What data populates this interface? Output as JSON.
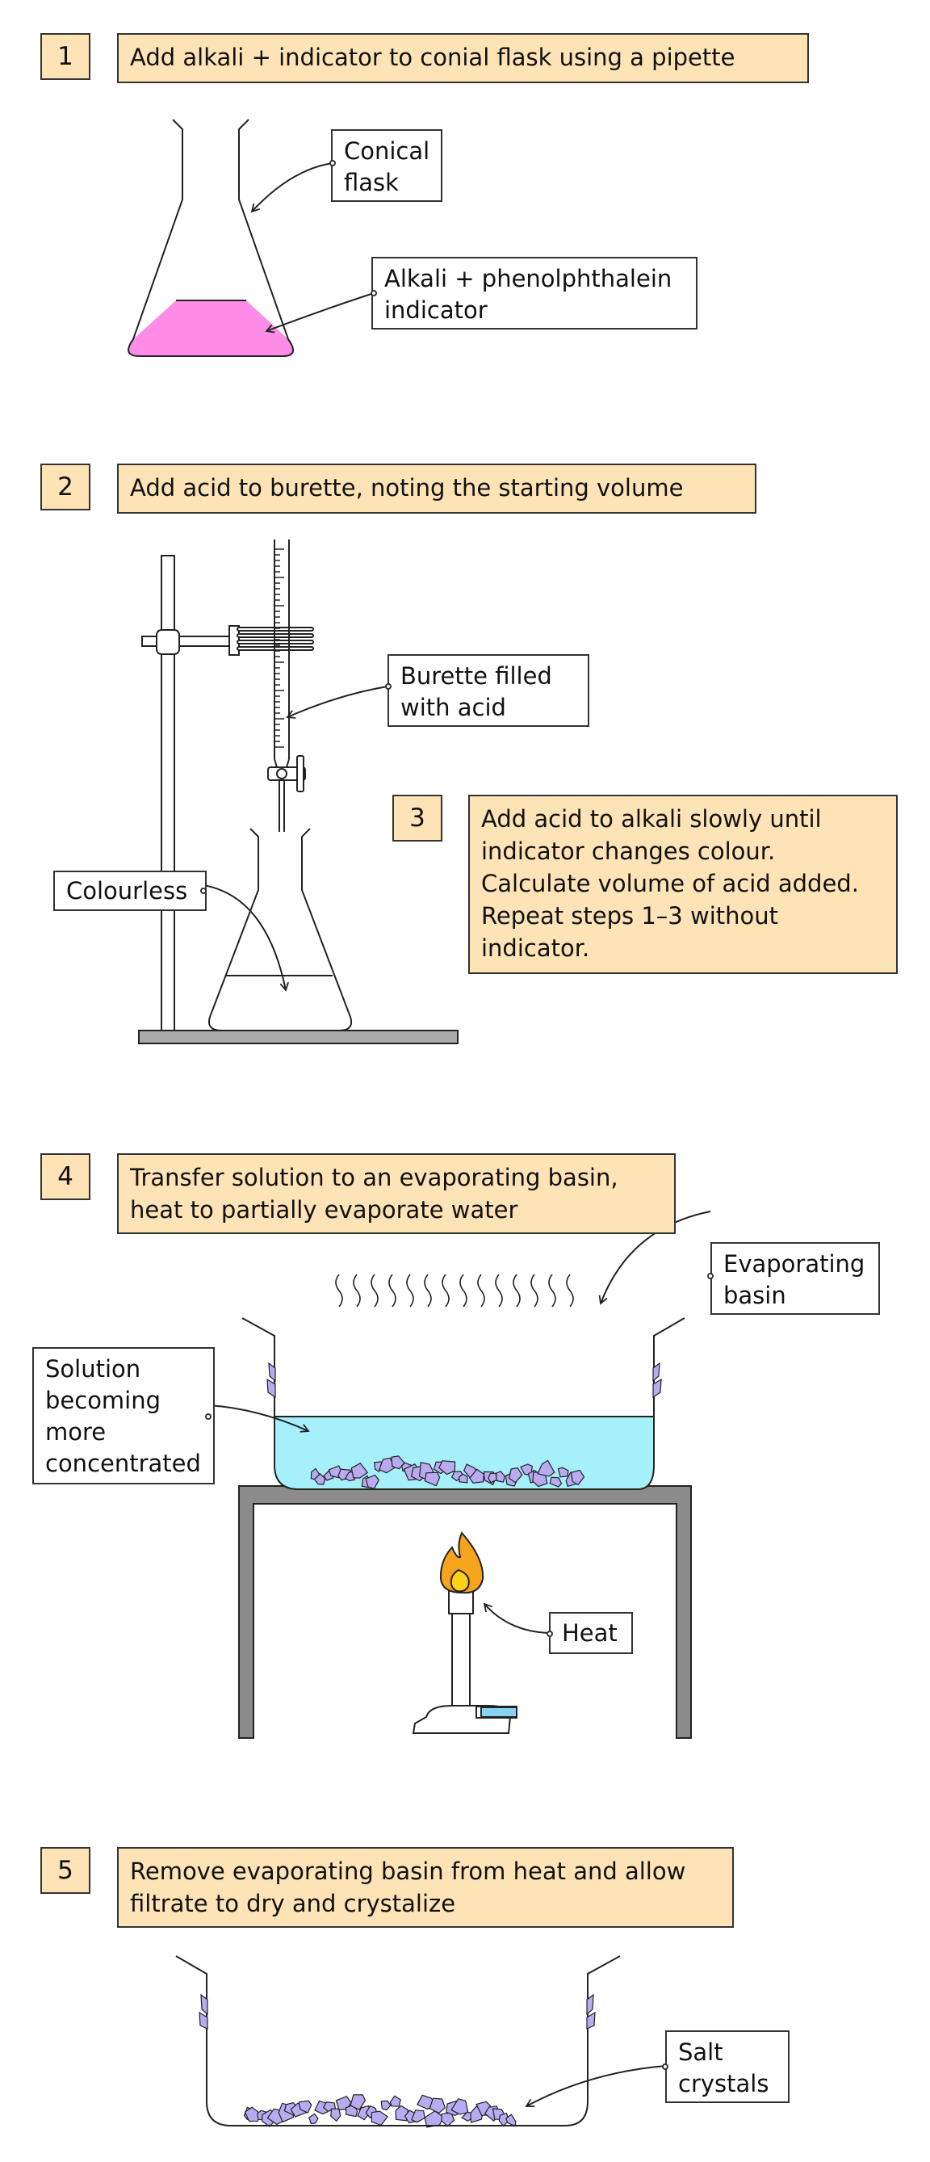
{
  "steps": [
    {
      "number": "1",
      "text": "Add alkali + indicator to conial flask using a pipette"
    },
    {
      "number": "2",
      "text": "Add acid to burette, noting the starting volume"
    },
    {
      "number": "3",
      "lines": [
        "Add acid to alkali slowly until",
        "indicator changes colour.",
        "Calculate volume of acid added.",
        "Repeat steps 1–3 without",
        "indicator."
      ]
    },
    {
      "number": "4",
      "lines": [
        "Transfer solution to an evaporating basin,",
        "heat to partially evaporate water"
      ]
    },
    {
      "number": "5",
      "lines": [
        "Remove evaporating basin from heat and allow",
        "filtrate to dry and crystalize"
      ]
    }
  ],
  "labels": {
    "conical_flask": [
      "Conical",
      "flask"
    ],
    "alkali": [
      "Alkali + phenolphthalein",
      "indicator"
    ],
    "burette": [
      "Burette filled",
      "with acid"
    ],
    "colourless": "Colourless",
    "evaporating_basin": [
      "Evaporating",
      "basin"
    ],
    "solution": [
      "Solution",
      "becoming",
      "more",
      "concentrated"
    ],
    "heat": "Heat",
    "salt_crystals": [
      "Salt",
      "crystals"
    ]
  },
  "colors": {
    "box_fill": "#fde3b6",
    "pink_solution": "#ff8ce6",
    "blue_solution": "#a6f0fb",
    "crystals": "#b8abf2",
    "tripod": "#8c8c8c",
    "flame_outer": "#f7a41d",
    "flame_inner": "#ffd21a",
    "gas_tube": "#86d4ef"
  }
}
